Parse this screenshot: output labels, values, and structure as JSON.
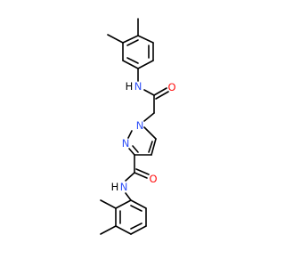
{
  "molecule": {
    "colors": {
      "bond": "#000000",
      "N": "#3050f8",
      "O": "#ff0d0d",
      "H": "#000000",
      "background": "#ffffff"
    },
    "atoms": {
      "n_amide_top": "N",
      "h_amide_top": "H",
      "o_amide_top": "O",
      "n1_pyrazole": "N",
      "n2_pyrazole": "N",
      "n_amide_bottom": "N",
      "h_amide_bottom": "H",
      "o_amide_bottom": "O"
    }
  }
}
